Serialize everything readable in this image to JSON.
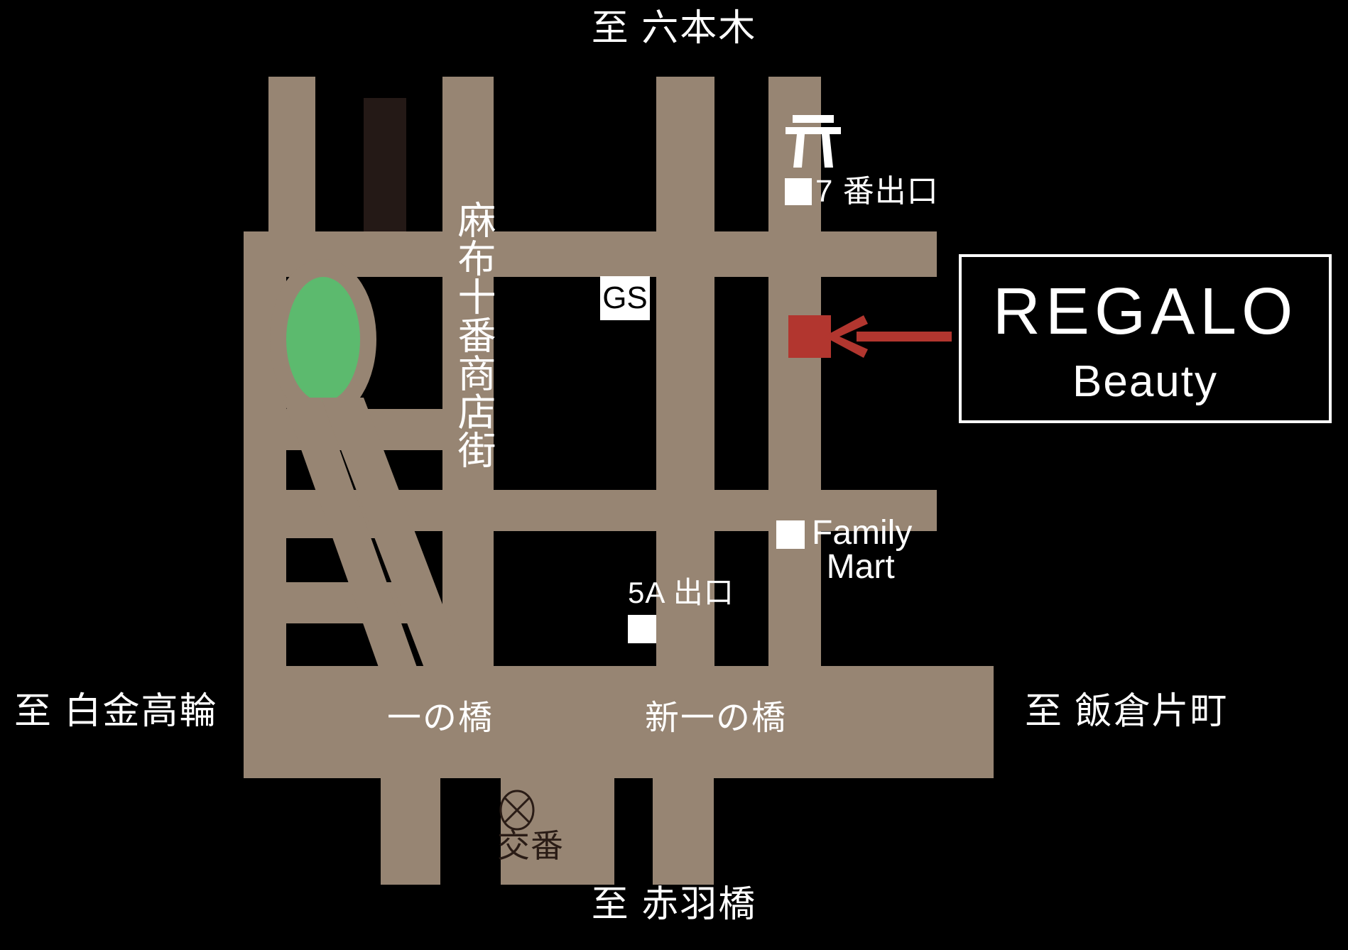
{
  "colors": {
    "background": "#000000",
    "road": "#978573",
    "park_green": "#5cba6e",
    "dark_block": "#241916",
    "accent_red": "#b2362f",
    "text_white": "#ffffff",
    "koban_text": "#2a1c16"
  },
  "directions": {
    "north": "至 六本木",
    "south": "至 赤羽橋",
    "west": "至 白金高輪",
    "east": "至 飯倉片町"
  },
  "streets": {
    "shopping_street": "麻布十番商店街",
    "bridge_west": "一の橋",
    "bridge_east": "新一の橋"
  },
  "pois": {
    "gs_sign": "GS",
    "exit7_label": "7 番出口",
    "exit5a_label": "5A 出口",
    "familymart_line1": "Family",
    "familymart_line2": "Mart",
    "koban_label": "交番",
    "torii_icon": "torii-gate-icon",
    "koban_icon": "koban-circle-cross-icon"
  },
  "logo": {
    "name": "REGALO",
    "subtitle": "Beauty"
  }
}
